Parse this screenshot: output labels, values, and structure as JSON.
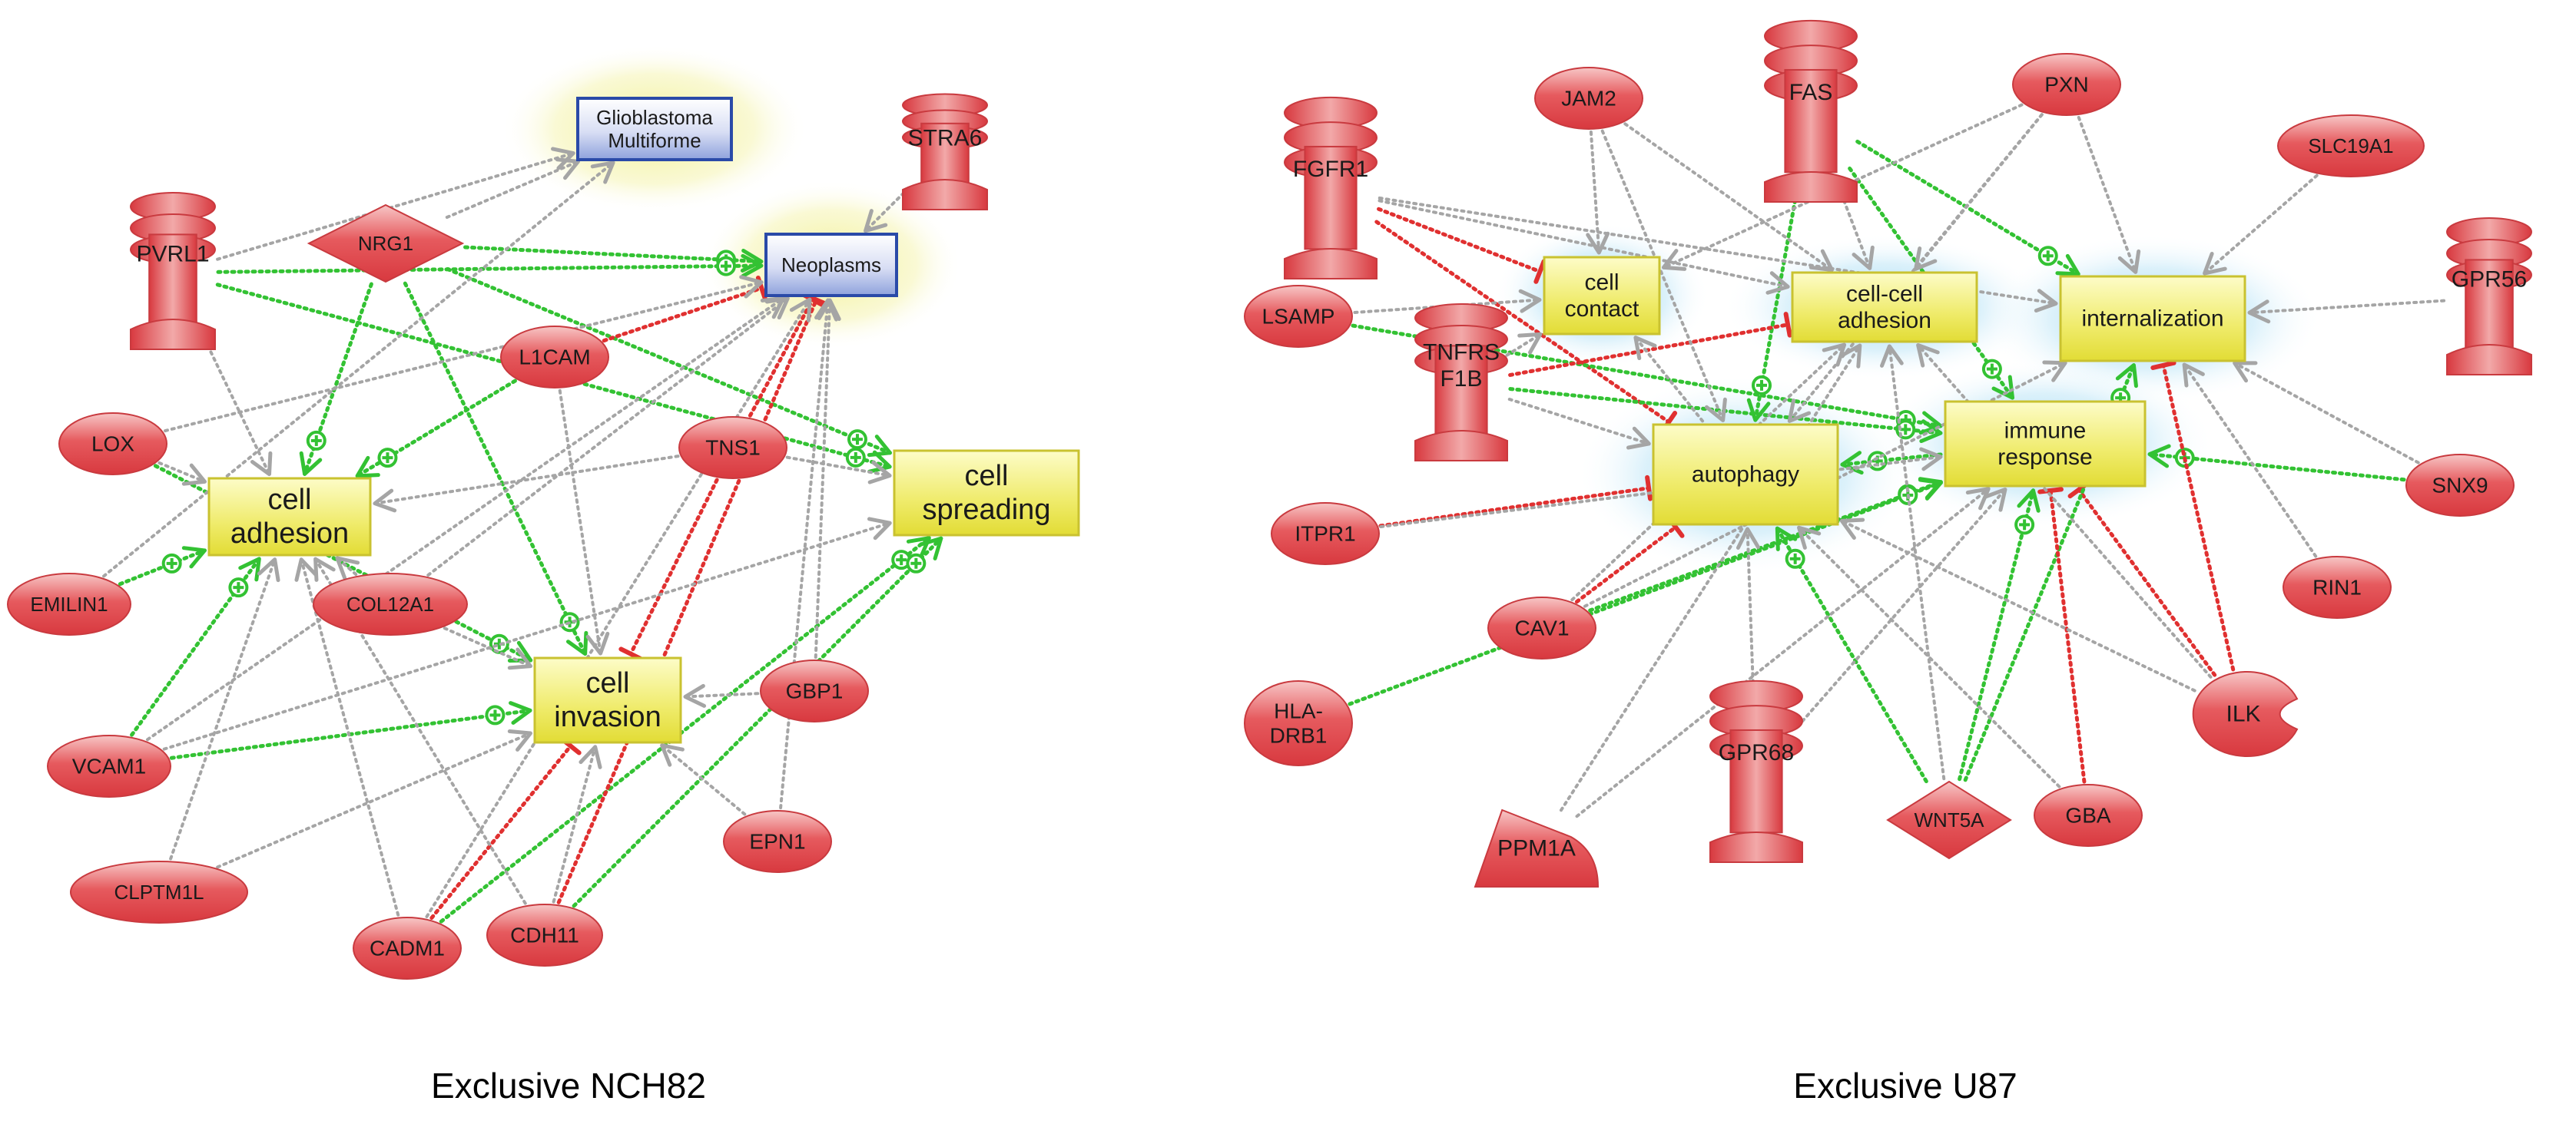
{
  "colors": {
    "gene": "#e0474c",
    "gene_light": "#f6b1b1",
    "process": "#e6e23a",
    "process_light": "#fbfab8",
    "disease": "#3a58b5",
    "disease_light": "#eef1fb",
    "positive_edge": "#33c233",
    "negative_edge": "#e03030",
    "neutral_edge": "#a5a5a5",
    "glow_yellow": "#f4f4a0",
    "glow_blue": "#a9ddf5"
  },
  "panels": [
    {
      "caption": "Exclusive NCH82",
      "nodes": [
        {
          "id": "gm",
          "label": [
            "Glioblastoma",
            "Multiforme"
          ],
          "type": "disease"
        },
        {
          "id": "neo",
          "label": [
            "Neoplasms"
          ],
          "type": "disease"
        },
        {
          "id": "stra6",
          "label": [
            "STRA6"
          ],
          "type": "receptor"
        },
        {
          "id": "nrg1",
          "label": [
            "NRG1"
          ],
          "type": "ligand"
        },
        {
          "id": "pvrl1",
          "label": [
            "PVRL1"
          ],
          "type": "receptor"
        },
        {
          "id": "l1cam",
          "label": [
            "L1CAM"
          ],
          "type": "gene"
        },
        {
          "id": "lox",
          "label": [
            "LOX"
          ],
          "type": "gene"
        },
        {
          "id": "tns1",
          "label": [
            "TNS1"
          ],
          "type": "gene"
        },
        {
          "id": "cadh",
          "label": [
            "cell",
            "adhesion"
          ],
          "type": "process"
        },
        {
          "id": "csp",
          "label": [
            "cell",
            "spreading"
          ],
          "type": "process"
        },
        {
          "id": "emilin1",
          "label": [
            "EMILIN1"
          ],
          "type": "gene"
        },
        {
          "id": "col12a1",
          "label": [
            "COL12A1"
          ],
          "type": "gene"
        },
        {
          "id": "cinv",
          "label": [
            "cell",
            "invasion"
          ],
          "type": "process"
        },
        {
          "id": "gbp1",
          "label": [
            "GBP1"
          ],
          "type": "gene"
        },
        {
          "id": "vcam1",
          "label": [
            "VCAM1"
          ],
          "type": "gene"
        },
        {
          "id": "epn1",
          "label": [
            "EPN1"
          ],
          "type": "gene"
        },
        {
          "id": "clptm1l",
          "label": [
            "CLPTM1L"
          ],
          "type": "gene"
        },
        {
          "id": "cadm1",
          "label": [
            "CADM1"
          ],
          "type": "gene"
        },
        {
          "id": "cdh11",
          "label": [
            "CDH11"
          ],
          "type": "gene"
        }
      ],
      "edges": [
        {
          "from": "nrg1",
          "to": "neo",
          "kind": "positive"
        },
        {
          "from": "nrg1",
          "to": "cadh",
          "kind": "positive"
        },
        {
          "from": "nrg1",
          "to": "cinv",
          "kind": "positive"
        },
        {
          "from": "nrg1",
          "to": "csp",
          "kind": "positive"
        },
        {
          "from": "pvrl1",
          "to": "neo",
          "kind": "positive"
        },
        {
          "from": "pvrl1",
          "to": "csp",
          "kind": "positive"
        },
        {
          "from": "l1cam",
          "to": "cadh",
          "kind": "positive"
        },
        {
          "from": "l1cam",
          "to": "neo",
          "kind": "negative"
        },
        {
          "from": "tns1",
          "to": "cinv",
          "kind": "negative"
        },
        {
          "from": "tns1",
          "to": "neo",
          "kind": "negative"
        },
        {
          "from": "emilin1",
          "to": "cadh",
          "kind": "positive"
        },
        {
          "from": "vcam1",
          "to": "cadh",
          "kind": "positive"
        },
        {
          "from": "vcam1",
          "to": "cinv",
          "kind": "positive"
        },
        {
          "from": "cadm1",
          "to": "cinv",
          "kind": "negative"
        },
        {
          "from": "cadm1",
          "to": "csp",
          "kind": "positive"
        },
        {
          "from": "cdh11",
          "to": "csp",
          "kind": "positive"
        },
        {
          "from": "cdh11",
          "to": "neo",
          "kind": "negative"
        },
        {
          "from": "lox",
          "to": "cinv",
          "kind": "positive"
        },
        {
          "from": "stra6",
          "to": "neo",
          "kind": "neutral"
        },
        {
          "from": "nrg1",
          "to": "gm",
          "kind": "neutral"
        },
        {
          "from": "pvrl1",
          "to": "gm",
          "kind": "neutral"
        },
        {
          "from": "lox",
          "to": "cadh",
          "kind": "neutral"
        },
        {
          "from": "lox",
          "to": "neo",
          "kind": "neutral"
        },
        {
          "from": "pvrl1",
          "to": "cadh",
          "kind": "neutral"
        },
        {
          "from": "l1cam",
          "to": "cinv",
          "kind": "neutral"
        },
        {
          "from": "tns1",
          "to": "cadh",
          "kind": "neutral"
        },
        {
          "from": "col12a1",
          "to": "cinv",
          "kind": "neutral"
        },
        {
          "from": "col12a1",
          "to": "neo",
          "kind": "neutral"
        },
        {
          "from": "gbp1",
          "to": "cinv",
          "kind": "neutral"
        },
        {
          "from": "gbp1",
          "to": "neo",
          "kind": "neutral"
        },
        {
          "from": "vcam1",
          "to": "neo",
          "kind": "neutral"
        },
        {
          "from": "epn1",
          "to": "cinv",
          "kind": "neutral"
        },
        {
          "from": "epn1",
          "to": "neo",
          "kind": "neutral"
        },
        {
          "from": "clptm1l",
          "to": "cadh",
          "kind": "neutral"
        },
        {
          "from": "clptm1l",
          "to": "cinv",
          "kind": "neutral"
        },
        {
          "from": "cadm1",
          "to": "cadh",
          "kind": "neutral"
        },
        {
          "from": "cdh11",
          "to": "cadh",
          "kind": "neutral"
        },
        {
          "from": "cdh11",
          "to": "cinv",
          "kind": "neutral"
        },
        {
          "from": "emilin1",
          "to": "gm",
          "kind": "neutral"
        },
        {
          "from": "tns1",
          "to": "csp",
          "kind": "neutral"
        },
        {
          "from": "cadm1",
          "to": "neo",
          "kind": "neutral"
        },
        {
          "from": "col12a1",
          "to": "cadh",
          "kind": "neutral"
        },
        {
          "from": "vcam1",
          "to": "csp",
          "kind": "neutral"
        }
      ]
    },
    {
      "caption": "Exclusive U87",
      "nodes": [
        {
          "id": "fgfr1",
          "label": [
            "FGFR1"
          ],
          "type": "receptor"
        },
        {
          "id": "jam2",
          "label": [
            "JAM2"
          ],
          "type": "gene"
        },
        {
          "id": "fas",
          "label": [
            "FAS"
          ],
          "type": "receptor"
        },
        {
          "id": "pxn",
          "label": [
            "PXN"
          ],
          "type": "gene"
        },
        {
          "id": "slc19a1",
          "label": [
            "SLC19A1"
          ],
          "type": "gene"
        },
        {
          "id": "gpr56",
          "label": [
            "GPR56"
          ],
          "type": "receptor"
        },
        {
          "id": "lsamp",
          "label": [
            "LSAMP"
          ],
          "type": "gene"
        },
        {
          "id": "tnfrsf1b",
          "label": [
            "TNFRS",
            "F1B"
          ],
          "type": "receptor"
        },
        {
          "id": "ccon",
          "label": [
            "cell",
            "contact"
          ],
          "type": "process"
        },
        {
          "id": "ccadh",
          "label": [
            "cell-cell",
            "adhesion"
          ],
          "type": "process"
        },
        {
          "id": "intl",
          "label": [
            "internalization"
          ],
          "type": "process"
        },
        {
          "id": "auto",
          "label": [
            "autophagy"
          ],
          "type": "process"
        },
        {
          "id": "imm",
          "label": [
            "immune",
            "response"
          ],
          "type": "process"
        },
        {
          "id": "itpr1",
          "label": [
            "ITPR1"
          ],
          "type": "gene"
        },
        {
          "id": "snx9",
          "label": [
            "SNX9"
          ],
          "type": "gene"
        },
        {
          "id": "rin1",
          "label": [
            "RIN1"
          ],
          "type": "gene"
        },
        {
          "id": "cav1",
          "label": [
            "CAV1"
          ],
          "type": "gene"
        },
        {
          "id": "hladrb1",
          "label": [
            "HLA-",
            "DRB1"
          ],
          "type": "gene"
        },
        {
          "id": "ilk",
          "label": [
            "ILK"
          ],
          "type": "kinase"
        },
        {
          "id": "gpr68",
          "label": [
            "GPR68"
          ],
          "type": "receptor"
        },
        {
          "id": "wnt5a",
          "label": [
            "WNT5A"
          ],
          "type": "ligand"
        },
        {
          "id": "gba",
          "label": [
            "GBA"
          ],
          "type": "gene"
        },
        {
          "id": "ppm1a",
          "label": [
            "PPM1A"
          ],
          "type": "phosphatase"
        }
      ],
      "edges": [
        {
          "from": "fgfr1",
          "to": "ccon",
          "kind": "negative"
        },
        {
          "from": "fgfr1",
          "to": "auto",
          "kind": "negative"
        },
        {
          "from": "fas",
          "to": "auto",
          "kind": "positive"
        },
        {
          "from": "fas",
          "to": "intl",
          "kind": "positive"
        },
        {
          "from": "fas",
          "to": "imm",
          "kind": "positive"
        },
        {
          "from": "lsamp",
          "to": "imm",
          "kind": "positive"
        },
        {
          "from": "tnfrsf1b",
          "to": "imm",
          "kind": "positive"
        },
        {
          "from": "tnfrsf1b",
          "to": "ccadh",
          "kind": "negative"
        },
        {
          "from": "itpr1",
          "to": "auto",
          "kind": "negative"
        },
        {
          "from": "snx9",
          "to": "imm",
          "kind": "positive"
        },
        {
          "from": "cav1",
          "to": "auto",
          "kind": "negative"
        },
        {
          "from": "cav1",
          "to": "imm",
          "kind": "positive"
        },
        {
          "from": "hladrb1",
          "to": "imm",
          "kind": "positive"
        },
        {
          "from": "ilk",
          "to": "intl",
          "kind": "negative"
        },
        {
          "from": "ilk",
          "to": "imm",
          "kind": "negative"
        },
        {
          "from": "wnt5a",
          "to": "imm",
          "kind": "positive"
        },
        {
          "from": "wnt5a",
          "to": "intl",
          "kind": "positive"
        },
        {
          "from": "wnt5a",
          "to": "auto",
          "kind": "positive"
        },
        {
          "from": "gba",
          "to": "imm",
          "kind": "negative"
        },
        {
          "from": "imm",
          "to": "auto",
          "kind": "positive"
        },
        {
          "from": "fgfr1",
          "to": "ccadh",
          "kind": "neutral"
        },
        {
          "from": "fgfr1",
          "to": "intl",
          "kind": "neutral"
        },
        {
          "from": "jam2",
          "to": "ccon",
          "kind": "neutral"
        },
        {
          "from": "jam2",
          "to": "ccadh",
          "kind": "neutral"
        },
        {
          "from": "pxn",
          "to": "ccadh",
          "kind": "neutral"
        },
        {
          "from": "pxn",
          "to": "intl",
          "kind": "neutral"
        },
        {
          "from": "pxn",
          "to": "ccon",
          "kind": "neutral"
        },
        {
          "from": "fas",
          "to": "ccadh",
          "kind": "neutral"
        },
        {
          "from": "slc19a1",
          "to": "intl",
          "kind": "neutral"
        },
        {
          "from": "gpr56",
          "to": "intl",
          "kind": "neutral"
        },
        {
          "from": "lsamp",
          "to": "ccon",
          "kind": "neutral"
        },
        {
          "from": "tnfrsf1b",
          "to": "ccon",
          "kind": "neutral"
        },
        {
          "from": "tnfrsf1b",
          "to": "auto",
          "kind": "neutral"
        },
        {
          "from": "rin1",
          "to": "intl",
          "kind": "neutral"
        },
        {
          "from": "cav1",
          "to": "ccadh",
          "kind": "neutral"
        },
        {
          "from": "cav1",
          "to": "intl",
          "kind": "neutral"
        },
        {
          "from": "ilk",
          "to": "auto",
          "kind": "neutral"
        },
        {
          "from": "ilk",
          "to": "ccadh",
          "kind": "neutral"
        },
        {
          "from": "gpr68",
          "to": "auto",
          "kind": "neutral"
        },
        {
          "from": "gpr68",
          "to": "imm",
          "kind": "neutral"
        },
        {
          "from": "wnt5a",
          "to": "ccadh",
          "kind": "neutral"
        },
        {
          "from": "ppm1a",
          "to": "imm",
          "kind": "neutral"
        },
        {
          "from": "ppm1a",
          "to": "ccadh",
          "kind": "neutral"
        },
        {
          "from": "gba",
          "to": "auto",
          "kind": "neutral"
        },
        {
          "from": "auto",
          "to": "ccon",
          "kind": "neutral"
        },
        {
          "from": "snx9",
          "to": "intl",
          "kind": "neutral"
        },
        {
          "from": "itpr1",
          "to": "imm",
          "kind": "neutral"
        },
        {
          "from": "pxn",
          "to": "auto",
          "kind": "neutral"
        },
        {
          "from": "jam2",
          "to": "auto",
          "kind": "neutral"
        }
      ]
    }
  ]
}
